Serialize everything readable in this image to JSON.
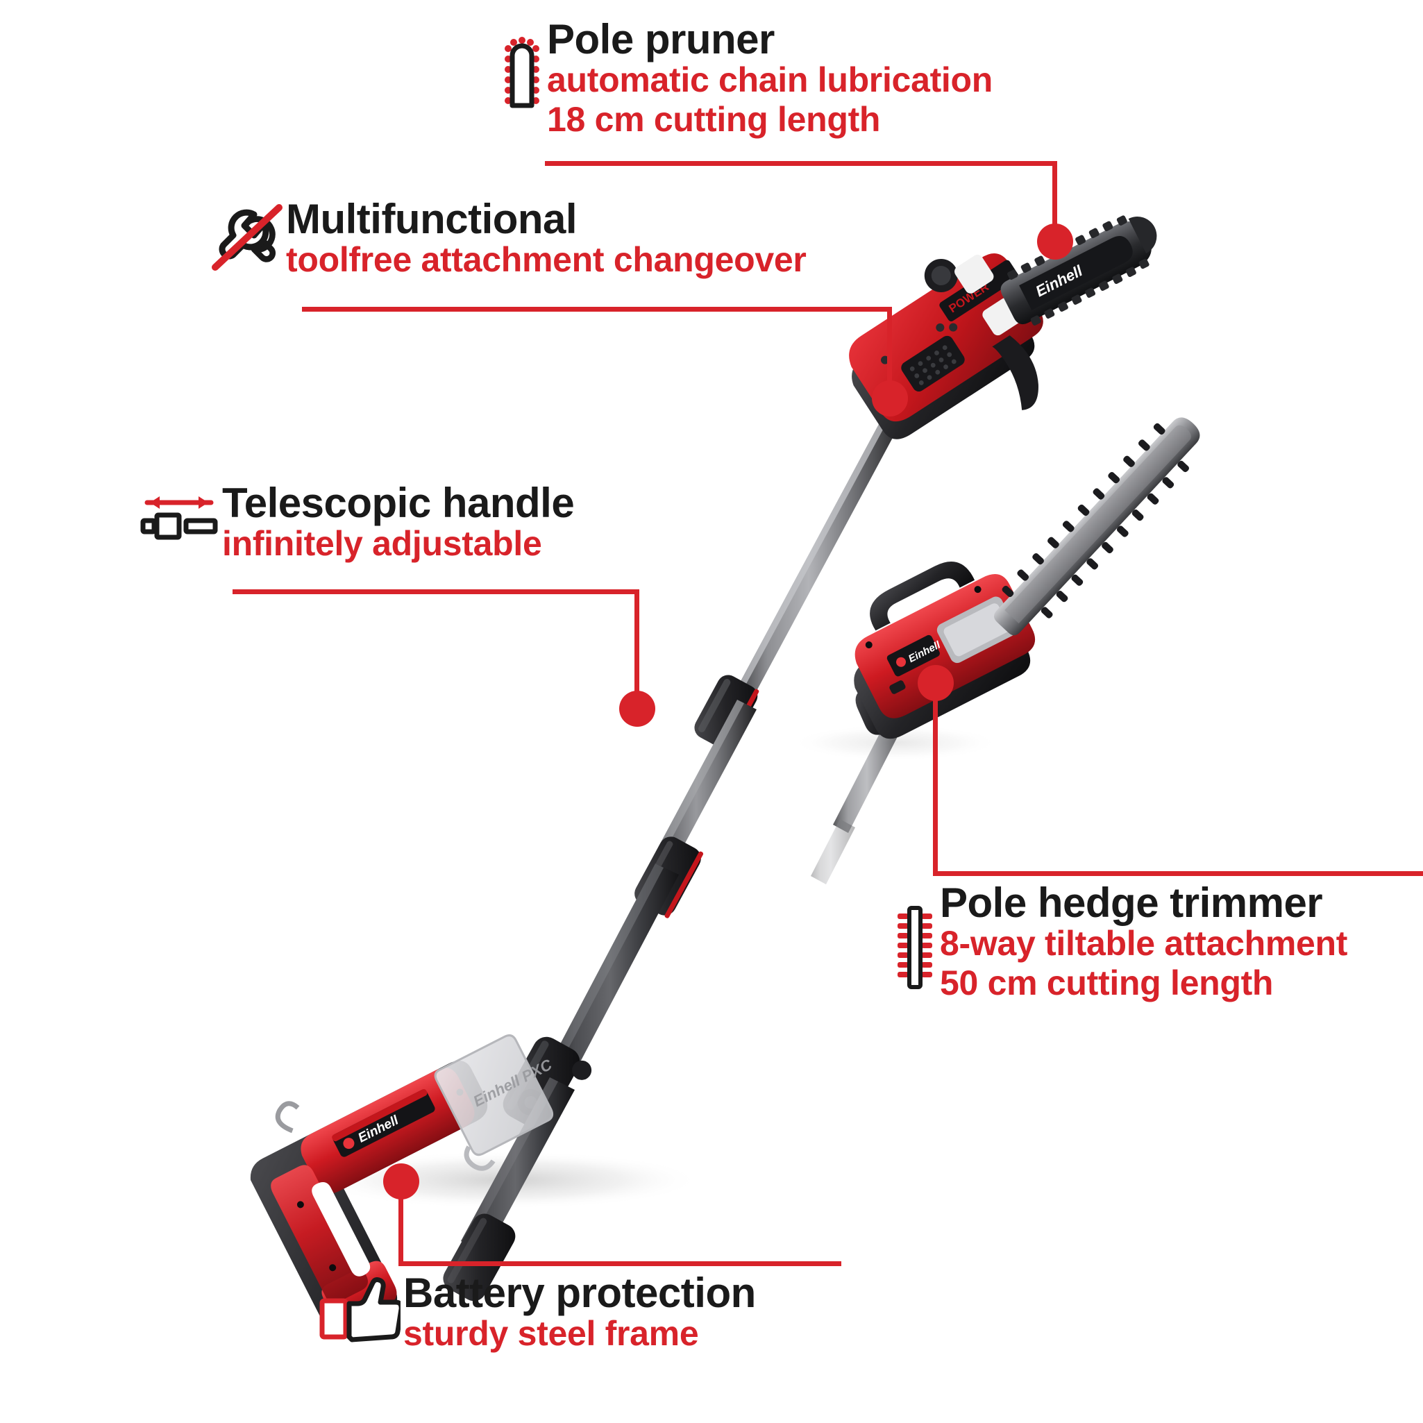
{
  "brand": {
    "name": "Einhell",
    "battery_label": "Einhell PXC",
    "accent_red": "#d8232a",
    "title_black": "#1a1a1a",
    "background": "#ffffff"
  },
  "callouts": [
    {
      "id": "pole-pruner",
      "icon": "chainsaw-bar-icon",
      "title": "Pole pruner",
      "subtitles": [
        "automatic chain lubrication",
        "18 cm cutting length"
      ]
    },
    {
      "id": "multifunctional",
      "icon": "no-tools-wrench-icon",
      "title": "Multifunctional",
      "subtitles": [
        "toolfree attachment changeover"
      ]
    },
    {
      "id": "telescopic-handle",
      "icon": "telescopic-arrow-icon",
      "title": "Telescopic handle",
      "subtitles": [
        "infinitely adjustable"
      ]
    },
    {
      "id": "pole-hedge-trimmer",
      "icon": "hedge-blade-icon",
      "title": "Pole hedge trimmer",
      "subtitles": [
        "8-way tiltable attachment",
        "50 cm cutting length"
      ]
    },
    {
      "id": "battery-protection",
      "icon": "thumbs-up-battery-icon",
      "title": "Battery protection",
      "subtitles": [
        "sturdy steel frame"
      ]
    }
  ]
}
